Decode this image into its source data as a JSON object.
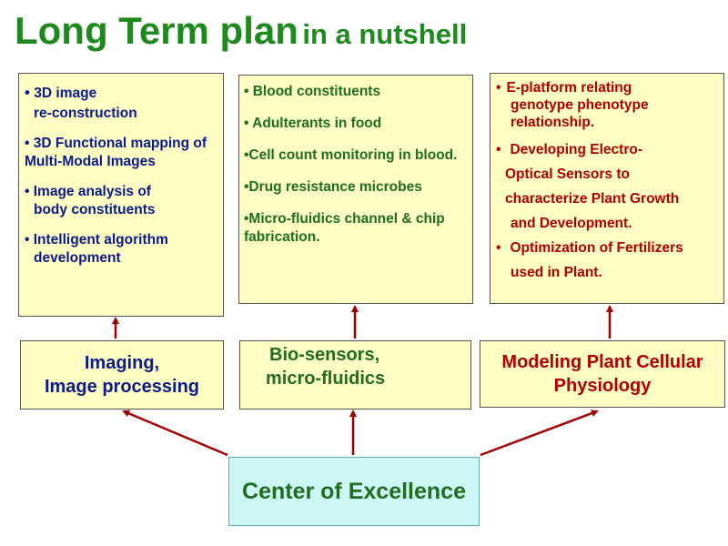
{
  "title": {
    "main": "Long Term plan",
    "suffix": "in a nutshell"
  },
  "top_boxes": {
    "imaging": [
      {
        "bullet": "•",
        "text": "3D image"
      },
      {
        "bullet": "",
        "text": "re-construction"
      },
      {
        "bullet": "•",
        "text": "3D Functional mapping of Multi-Modal Images"
      },
      {
        "bullet": "•",
        "text": "Image analysis of"
      },
      {
        "bullet": "",
        "text": "body constituents"
      },
      {
        "bullet": "•",
        "text": "Intelligent algorithm"
      },
      {
        "bullet": "",
        "text": "development"
      }
    ],
    "biosensors": [
      "• Blood constituents",
      "• Adulterants in food",
      "•Cell count monitoring in blood.",
      "•Drug resistance  microbes",
      "•Micro-fluidics channel & chip fabrication."
    ],
    "plant": [
      "E-platform relating",
      "genotype phenotype",
      "relationship.",
      "Developing Electro-",
      "Optical Sensors to",
      "characterize Plant Growth",
      "and Development.",
      "Optimization of Fertilizers",
      "used in Plant."
    ]
  },
  "middle_boxes": {
    "imaging": [
      "Imaging,",
      "Image processing"
    ],
    "biosensors": [
      "Bio-sensors,",
      "micro-fluidics"
    ],
    "plant": [
      "Modeling Plant Cellular",
      "Physiology"
    ]
  },
  "center": "Center of Excellence",
  "colors": {
    "title": "#1e8a1e",
    "box_fill": "#ffffc4",
    "center_fill": "#ccf7f5",
    "arrow": "#a00000",
    "blue_text": "#0b1a8a",
    "green_text": "#1f6d1f",
    "red_text": "#b00000"
  }
}
